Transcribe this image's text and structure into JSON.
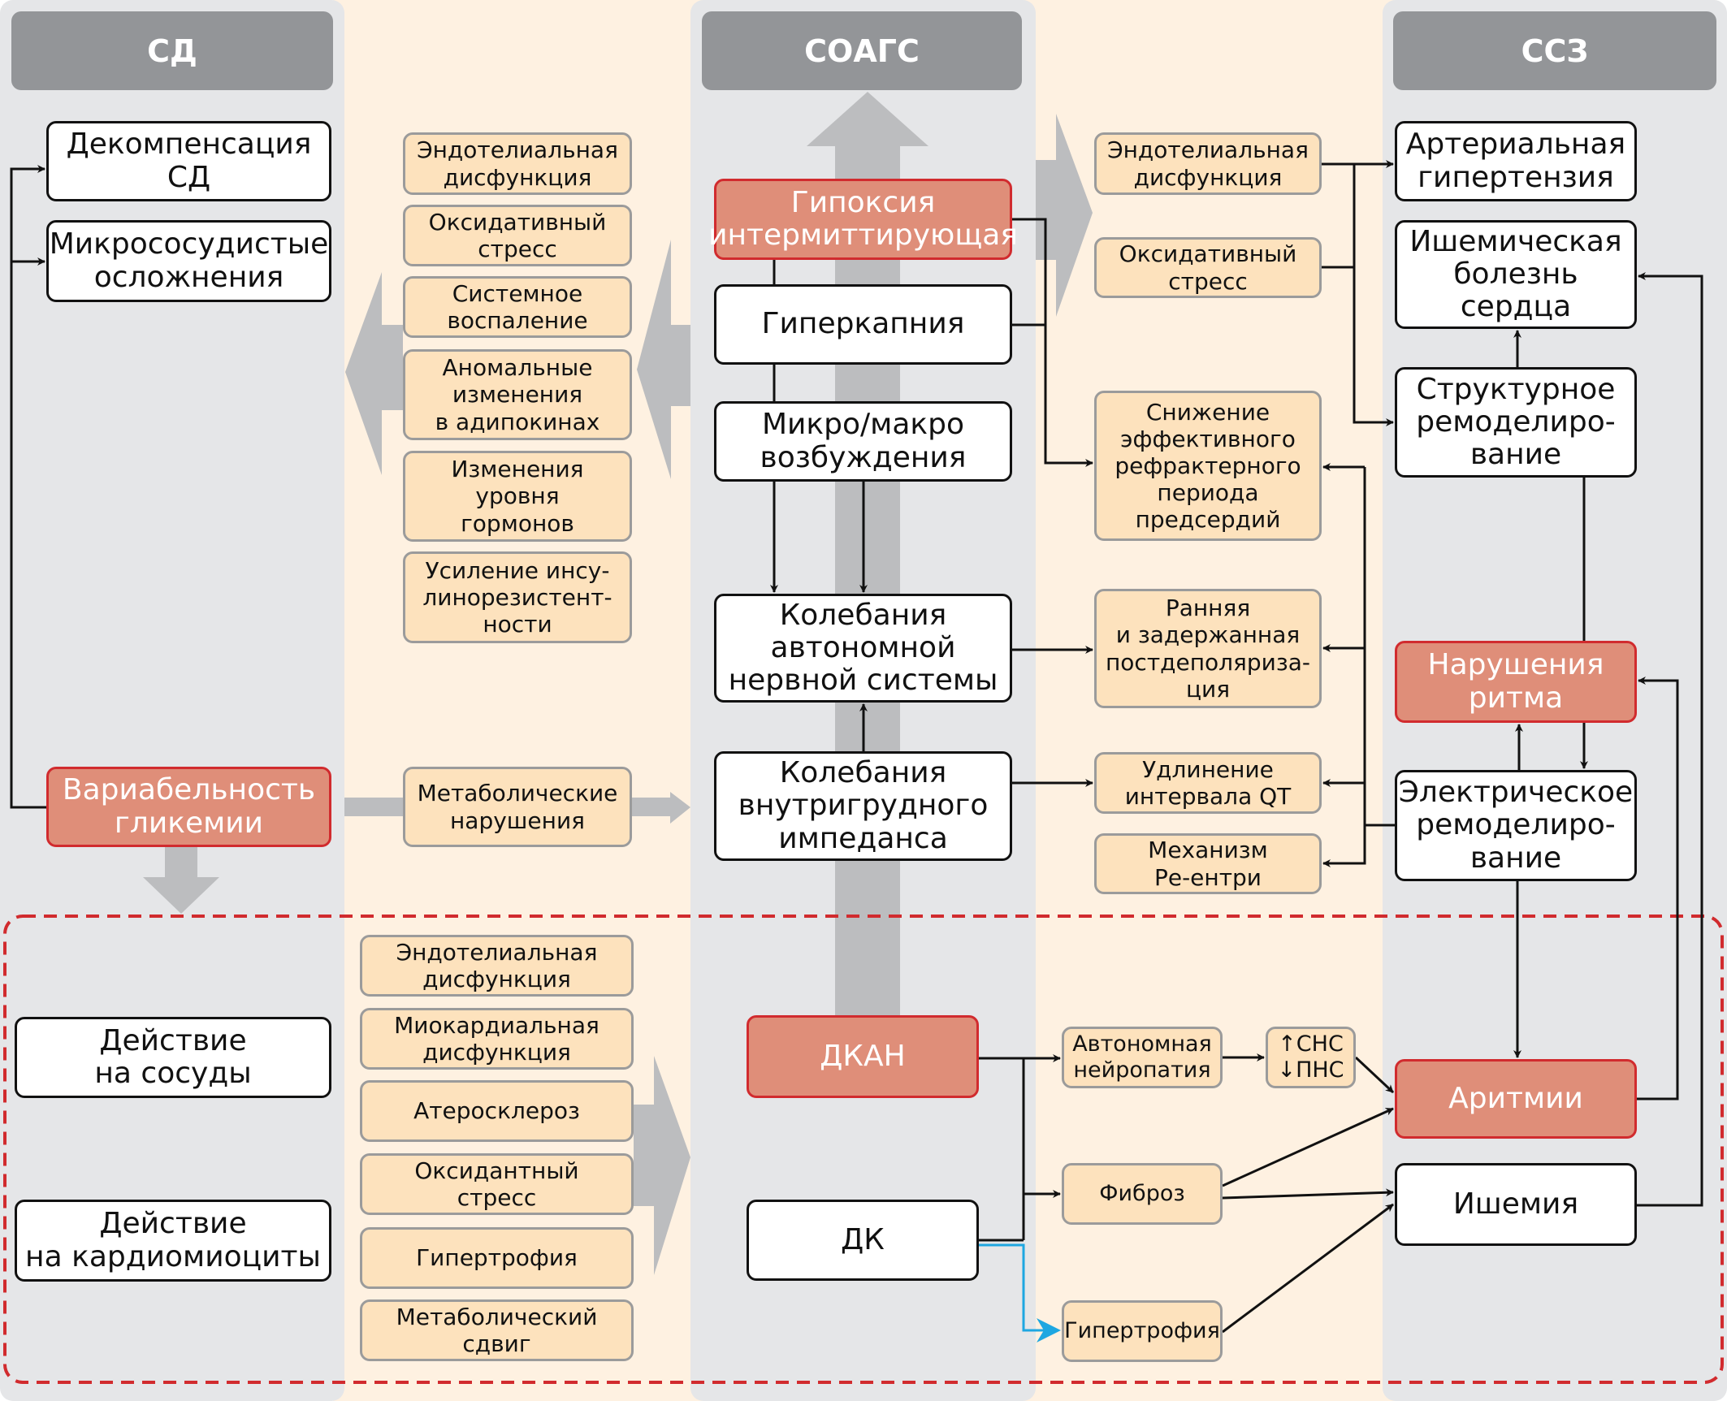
{
  "columns": {
    "left_header": "СД",
    "middle_header": "СОАГС",
    "right_header": "ССЗ"
  },
  "colors": {
    "gray_column": "#e5e6e8",
    "peach_band": "#fef1e1",
    "header_gray": "#939598",
    "red_box_fill": "#df8e79",
    "red_box_border": "#d12b2e",
    "orange_box_fill": "#fde2bd",
    "big_arrow_gray": "#bcbdbf",
    "dashed_frame": "#d12b2e",
    "blue_link": "#1ea7e1"
  },
  "left": {
    "decompensation": "Декомпенсация\nСД",
    "microvascular": "Микрососудистые\nосложнения",
    "glycemic_variability": "Вариабельность\nгликемии",
    "vessels_action": "Действие\nна сосуды",
    "cardiomyocytes_action": "Действие\nна кардиомиоциты"
  },
  "left_mechanisms": [
    "Эндотелиальная\nдисфункция",
    "Оксидативный\nстресс",
    "Системное\nвоспаление",
    "Аномальные\nизменения\nв адипокинах",
    "Изменения\nуровня\nгормонов",
    "Усиление инсу-\nлинорезистент-\nности"
  ],
  "metabolic_disorders": "Метаболические\nнарушения",
  "bottom_mechanisms": [
    "Эндотелиальная\nдисфункция",
    "Миокардиальная\nдисфункция",
    "Атеросклероз",
    "Оксидантный\nстресс",
    "Гипертрофия",
    "Метаболический\nсдвиг"
  ],
  "middle": {
    "hypoxia": "Гипоксия\nинтермиттирующая",
    "hypercapnia": "Гиперкапния",
    "arousals": "Микро/макро\nвозбуждения",
    "ans_fluctuations": "Колебания\nавтономной\nнервной системы",
    "impedance_fluctuations": "Колебания\nвнутригрудного\nимпеданса",
    "dcan": "ДКАН",
    "dk": "ДК"
  },
  "right_mechanisms": {
    "endothelial": "Эндотелиальная\nдисфункция",
    "oxidative": "Оксидативный\nстресс",
    "refractory": "Снижение\nэффективного\nрефрактерного\nпериода\nпредсердий",
    "afterdepolarization": "Ранняя\nи задержанная\nпостдеполяриза-\nция",
    "qt": "Удлинение\nинтервала QT",
    "reentry": "Механизм\nРе-ентри",
    "autonomic_neuropathy": "Автономная\nнейропатия",
    "sns_pns": "↑СНС\n↓ПНС",
    "fibrosis": "Фиброз",
    "hypertrophy": "Гипертрофия"
  },
  "right": {
    "hypertension": "Артериальная\nгипертензия",
    "ihd": "Ишемическая\nболезнь\nсердца",
    "structural_remodeling": "Структурное\nремоделиро-\nвание",
    "rhythm_disorders": "Нарушения\nритма",
    "electrical_remodeling": "Электрическое\nремоделиро-\nвание",
    "arrhythmias": "Аритмии",
    "ischemia": "Ишемия"
  }
}
